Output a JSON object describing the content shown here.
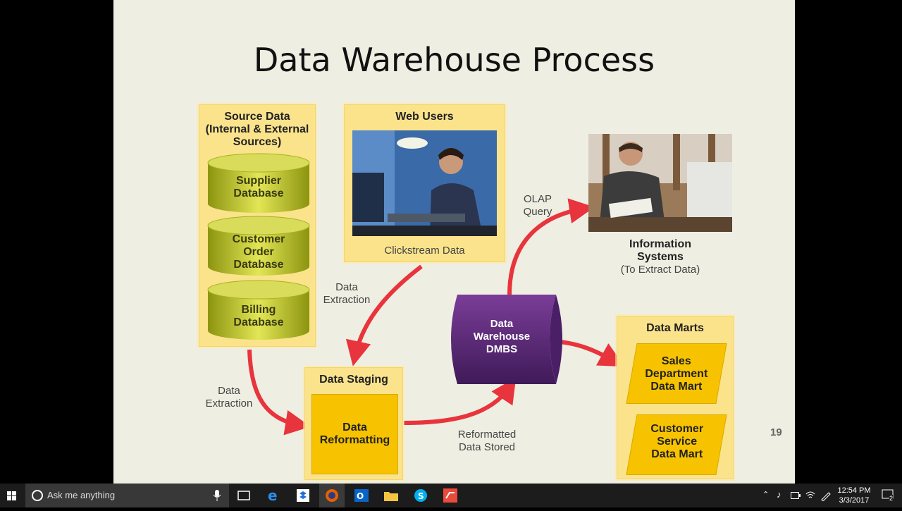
{
  "slide": {
    "title": "Data Warehouse Process",
    "page_number": "19",
    "source": {
      "title": "Source Data (Internal & External Sources)",
      "title_lines": [
        "Source Data",
        "(Internal & External",
        "Sources)"
      ],
      "databases": [
        {
          "lines": [
            "Supplier",
            "Database"
          ]
        },
        {
          "lines": [
            "Customer",
            "Order",
            "Database"
          ]
        },
        {
          "lines": [
            "Billing",
            "Database"
          ]
        }
      ]
    },
    "web_users": {
      "title": "Web Users",
      "caption": "Clickstream Data"
    },
    "info_systems": {
      "line1": "Information",
      "line2": "Systems",
      "line3": "(To Extract Data)"
    },
    "staging": {
      "title": "Data Staging",
      "inner_line1": "Data",
      "inner_line2": "Reformatting"
    },
    "dmbs": {
      "line1": "Data",
      "line2": "Warehouse",
      "line3": "DMBS"
    },
    "data_marts": {
      "title": "Data Marts",
      "marts": [
        {
          "lines": [
            "Sales",
            "Department",
            "Data Mart"
          ]
        },
        {
          "lines": [
            "Customer",
            "Service",
            "Data Mart"
          ]
        }
      ]
    },
    "arrow_labels": {
      "extraction_top": [
        "Data",
        "Extraction"
      ],
      "extraction_left": [
        "Data",
        "Extraction"
      ],
      "olap": [
        "OLAP",
        "Query"
      ],
      "reformatted": [
        "Reformatted",
        "Data Stored"
      ]
    }
  },
  "colors": {
    "slide_bg": "#efeee2",
    "box_yellow": "#fbe38c",
    "mart_yellow": "#f7c300",
    "cylinder_green": "#c5cc2c",
    "dmbs_purple": "#5b2778",
    "arrow_red": "#e8343c"
  },
  "taskbar": {
    "search_placeholder": "Ask me anything",
    "time": "12:54 PM",
    "date": "3/3/2017",
    "notification_count": "2",
    "apps": [
      "task-view-icon",
      "edge-icon",
      "dropbox-icon",
      "firefox-icon",
      "outlook-icon",
      "file-explorer-icon",
      "skype-icon",
      "app-icon"
    ]
  }
}
